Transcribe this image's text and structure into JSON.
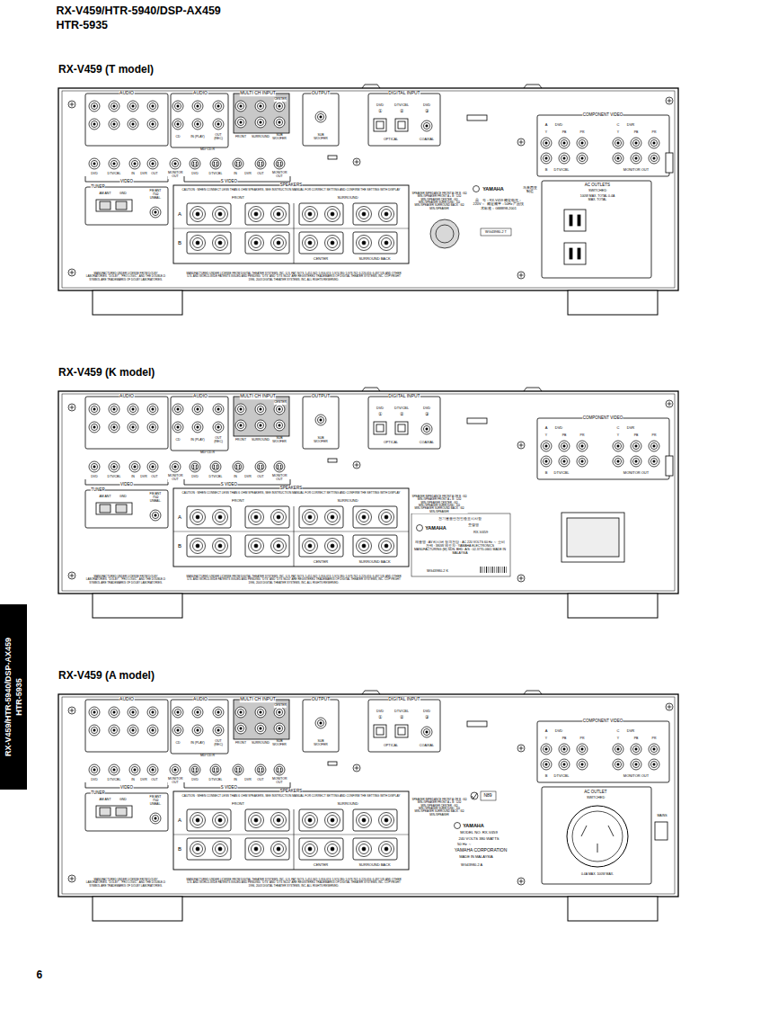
{
  "diagram": {
    "nodes": [
      {
        "text": [
          "RX-V459 (T model)"
        ]
      },
      {
        "text": [
          "RX-V459 (K model)"
        ]
      },
      {
        "text": [
          "RX-V459 (A model)"
        ]
      }
    ],
    "labels": [
      "RX-V459/HTR-5940/DSP-AX459",
      "HTR-5935",
      "AUDIO",
      "AUDIO",
      "MULTI CH INPUT",
      "CENTER",
      "OUTPUT",
      "DIGITAL INPUT",
      "DVD",
      "DTV/CBL",
      "DVD",
      "①",
      "②",
      "③",
      "OPTICAL",
      "COAXIAL",
      "SUB WOOFER",
      "CD",
      "IN (PLAY)",
      "OUT (REC)",
      "MD/ CD-R",
      "FRONT",
      "SURROUND",
      "SUB WOOFER",
      "DVD",
      "DTV/CBL",
      "IN",
      "DVR",
      "OUT",
      "MONITOR OUT",
      "DVD",
      "DTV/CBL",
      "IN",
      "DVR",
      "OUT",
      "MONITOR OUT",
      "VIDEO",
      "S VIDEO",
      "TUNER",
      "SPEAKERS",
      "AM ANT",
      "GND",
      "FM ANT 75Ω UNBAL.",
      "CAUTION : WHEN CONNECT LESS THAN 6 OHM SPEAKERS, SEE INSTRUCTION MANUAL FOR CORRECT SETTING AND CONFIRM THE SETTING WITH DISPLAY",
      "FRONT",
      "SURROUND",
      "A",
      "B",
      "CENTER",
      "SURROUND BACK",
      "SPEAKER IMPEDANCE FRONT A OR B : 6Ω MIN./SPEAKER FRONT A + B : 12Ω MIN./SPEAKER CENTER : 6Ω MIN./SPEAKER SURROUND : 6Ω MIN./SPEAKER SURROUND BACK : 6Ω MIN./SPEAKER",
      "COMPONENT VIDEO",
      "A",
      "DVD",
      "C",
      "DVR",
      "Y",
      "PB",
      "PR",
      "Y",
      "PB",
      "PR",
      "B",
      "DTV/CBL",
      "MONITOR OUT",
      "MANUFACTURED UNDER LICENSE FROM DOLBY LABORATORIES. \"DOLBY\", \"PRO LOGIC\", AND THE DOUBLE-D SYMBOL ARE TRADEMARKS OF DOLBY LABORATORIES.",
      "MANUFACTURED UNDER LICENSE FROM DIGITAL THEATER SYSTEMS, INC. U.S. PAT. NO'S. 5,451,942; 5,956,674; 5,974,380; 5,978,762; 6,226,616; 6,487,535 AND OTHER U.S. AND WORLD-WIDE PATENTS ISSUED AND PENDING. \"DTS\" AND \"DTS 96/24\" ARE REGISTERED TRADEMARKS OF DIGITAL THEATER SYSTEMS, INC. COPYRIGHT 1996, 2003 DIGITAL THEATER SYSTEMS, INC. ALL RIGHTS RESERVED.",
      "YAMAHA",
      "马来西亚 制造",
      "品　号：RX-V459 额定电压：220V ～ 额定频率：50Hz 产品技术标准：GB8898-2001",
      "WG43980-2 T",
      "AC OUTLETS",
      "SWITCHED",
      "100W MAX. TOTAL 0.4A MAX. TOTAL",
      "AUDIO",
      "AUDIO",
      "MULTI CH INPUT",
      "CENTER",
      "OUTPUT",
      "DIGITAL INPUT",
      "DVD",
      "DTV/CBL",
      "DVD",
      "①",
      "②",
      "③",
      "OPTICAL",
      "COAXIAL",
      "SUB WOOFER",
      "CD",
      "IN (PLAY)",
      "OUT (REC)",
      "MD/ CD-R",
      "FRONT",
      "SURROUND",
      "SUB WOOFER",
      "DVD",
      "DTV/CBL",
      "IN",
      "DVR",
      "OUT",
      "MONITOR OUT",
      "DVD",
      "DTV/CBL",
      "IN",
      "DVR",
      "OUT",
      "MONITOR OUT",
      "VIDEO",
      "S VIDEO",
      "TUNER",
      "SPEAKERS",
      "AM ANT",
      "GND",
      "FM ANT 75Ω UNBAL.",
      "CAUTION : WHEN CONNECT LESS THAN 6 OHM SPEAKERS, SEE INSTRUCTION MANUAL FOR CORRECT SETTING AND CONFIRM THE SETTING WITH DISPLAY",
      "FRONT",
      "SURROUND",
      "A",
      "B",
      "CENTER",
      "SURROUND BACK",
      "SPEAKER IMPEDANCE FRONT A OR B : 6Ω MIN./SPEAKER FRONT A + B : 12Ω MIN./SPEAKER CENTER : 6Ω MIN./SPEAKER SURROUND : 6Ω MIN./SPEAKER SURROUND BACK : 6Ω MIN./SPEAKER",
      "COMPONENT VIDEO",
      "A",
      "DVD",
      "C",
      "DVR",
      "Y",
      "PB",
      "PR",
      "Y",
      "PB",
      "PR",
      "B",
      "DTV/CBL",
      "MONITOR OUT",
      "MANUFACTURED UNDER LICENSE FROM DOLBY LABORATORIES. \"DOLBY\", \"PRO LOGIC\", AND THE DOUBLE-D SYMBOL ARE TRADEMARKS OF DOLBY LABORATORIES.",
      "MANUFACTURED UNDER LICENSE FROM DIGITAL THEATER SYSTEMS, INC. U.S. PAT. NO'S. 5,451,942; 5,956,674; 5,974,380; 5,978,762; 6,226,616; 6,487,535 AND OTHER U.S. AND WORLD-WIDE PATENTS ISSUED AND PENDING. \"DTS\" AND \"DTS 96/24\" ARE REGISTERED TRADEMARKS OF DIGITAL THEATER SYSTEMS, INC. COPYRIGHT 1996, 2003 DIGITAL THEATER SYSTEMS, INC. ALL RIGHTS RESERVED.",
      "전기용품안전인증표시사항",
      "YAMAHA",
      "모델명",
      "RX-V459",
      "제품명 : AV 리시버 정격전압 : AC 220 VOLTS 60 Hz ～ 소비전력 : 380W 제조자 : YAMAHA ELECTRONICS MANUFACTURING (M) SDN. BHD. A/S : 02-3770-0661 MADE IN MALAYSIA",
      "WG43980-2 K",
      "AUDIO",
      "AUDIO",
      "MULTI CH INPUT",
      "CENTER",
      "OUTPUT",
      "DIGITAL INPUT",
      "DVD",
      "DTV/CBL",
      "DVD",
      "①",
      "②",
      "③",
      "OPTICAL",
      "COAXIAL",
      "SUB WOOFER",
      "CD",
      "IN (PLAY)",
      "OUT (REC)",
      "MD/ CD-R",
      "FRONT",
      "SURROUND",
      "SUB WOOFER",
      "DVD",
      "DTV/CBL",
      "IN",
      "DVR",
      "OUT",
      "MONITOR OUT",
      "DVD",
      "DTV/CBL",
      "IN",
      "DVR",
      "OUT",
      "MONITOR OUT",
      "VIDEO",
      "S VIDEO",
      "TUNER",
      "SPEAKERS",
      "AM ANT",
      "GND",
      "FM ANT 75Ω UNBAL.",
      "CAUTION : WHEN CONNECT LESS THAN 6 OHM SPEAKERS, SEE INSTRUCTION MANUAL FOR CORRECT SETTING AND CONFIRM THE SETTING WITH DISPLAY",
      "FRONT",
      "SURROUND",
      "A",
      "B",
      "CENTER",
      "SURROUND BACK",
      "SPEAKER IMPEDANCE FRONT A OR B : 6Ω MIN./SPEAKER FRONT A + B : 12Ω MIN./SPEAKER CENTER : 6Ω MIN./SPEAKER SURROUND : 6Ω MIN./SPEAKER SURROUND BACK : 6Ω MIN./SPEAKER",
      "COMPONENT VIDEO",
      "A",
      "DVD",
      "C",
      "DVR",
      "Y",
      "PB",
      "PR",
      "Y",
      "PB",
      "PR",
      "B",
      "DTV/CBL",
      "MONITOR OUT",
      "MANUFACTURED UNDER LICENSE FROM DOLBY LABORATORIES. \"DOLBY\", \"PRO LOGIC\", AND THE DOUBLE-D SYMBOL ARE TRADEMARKS OF DOLBY LABORATORIES.",
      "MANUFACTURED UNDER LICENSE FROM DIGITAL THEATER SYSTEMS, INC. U.S. PAT. NO'S. 5,451,942; 5,956,674; 5,974,380; 5,978,762; 6,226,616; 6,487,535 AND OTHER U.S. AND WORLD-WIDE PATENTS ISSUED AND PENDING. \"DTS\" AND \"DTS 96/24\" ARE REGISTERED TRADEMARKS OF DIGITAL THEATER SYSTEMS, INC. COPYRIGHT 1996, 2003 DIGITAL THEATER SYSTEMS, INC. ALL RIGHTS RESERVED.",
      "N89",
      "YAMAHA",
      "MODEL NO. RX-V459",
      "240 VOLTS 380 WATTS",
      "50 Hz ～",
      "YAMAHA CORPORATION",
      "MADE IN MALAYSIA",
      "WG43980-2 A",
      "AC OUTLET",
      "SWITCHED",
      "0.4A MAX. 100W MAX.",
      "MAINS",
      "RX-V459/HTR-5940/DSP-AX459",
      "HTR-5935",
      "6"
    ]
  }
}
